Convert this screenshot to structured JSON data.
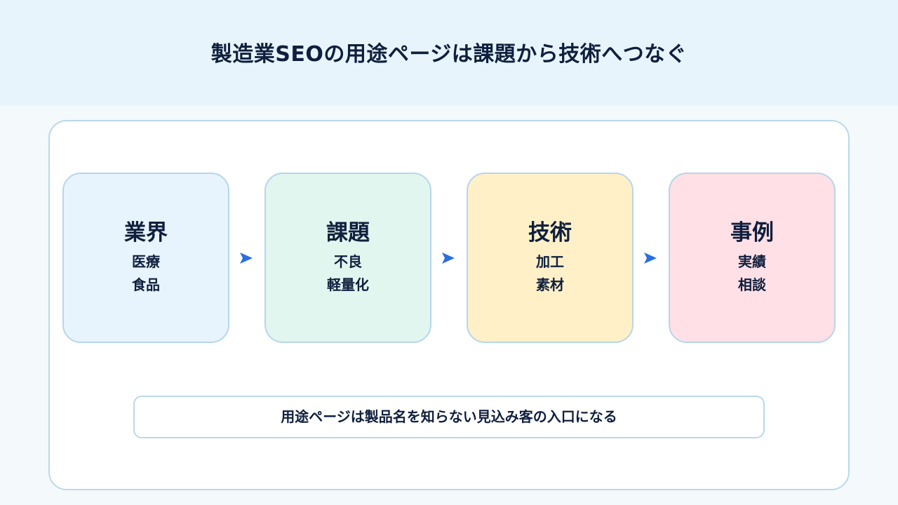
{
  "title": "製造業SEOの用途ページは課題から技術へつなぐ",
  "colors": {
    "header_band": "#e8f4fc",
    "card_industry": "#e8f4fd",
    "card_issue": "#e0f6ef",
    "card_tech": "#fff0c8",
    "card_case": "#ffe0e6",
    "arrow": "#2a6fdb",
    "border": "#b9d9ea",
    "text": "#0f1f3d"
  },
  "steps": [
    {
      "title": "業界",
      "line1": "医療",
      "line2": "食品"
    },
    {
      "title": "課題",
      "line1": "不良",
      "line2": "軽量化"
    },
    {
      "title": "技術",
      "line1": "加工",
      "line2": "素材"
    },
    {
      "title": "事例",
      "line1": "実績",
      "line2": "相談"
    }
  ],
  "arrows": [
    "arrow-right-icon",
    "arrow-right-icon",
    "arrow-right-icon"
  ],
  "footer": "用途ページは製品名を知らない見込み客の入口になる"
}
